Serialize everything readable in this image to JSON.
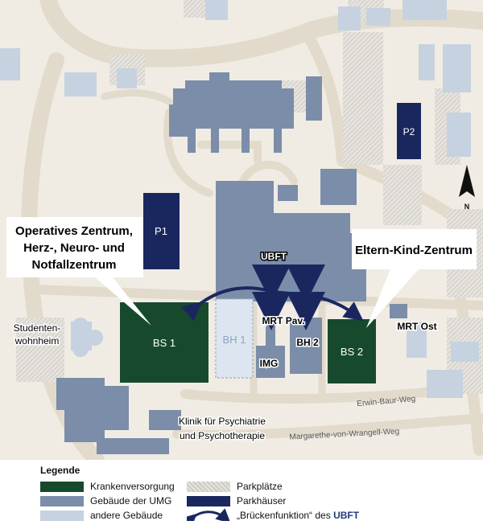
{
  "colors": {
    "background": "#f0ece4",
    "road": "#e2dbcc",
    "patient_care": "#174a2c",
    "umg_building": "#7b8da8",
    "other_building": "#c6d2e0",
    "parking_lot": "#d8d5d0",
    "parking_garage": "#1a275f",
    "arrow": "#1a275f"
  },
  "map": {
    "callouts": {
      "operatives_zentrum": [
        "Operatives Zentrum,",
        "Herz-, Neuro- und",
        "Notfallzentrum"
      ],
      "eltern_kind_zentrum": "Eltern-Kind-Zentrum"
    },
    "labels": {
      "ubft": "UBFT",
      "mrt_pav": "MRT Pav.",
      "bh2": "BH 2",
      "img": "IMG",
      "mrt_ost": "MRT Ost",
      "bs1": "BS 1",
      "bs2": "BS 2",
      "bh1": "BH 1",
      "p1": "P1",
      "p2": "P2",
      "studentenwohnheim": [
        "Studenten-",
        "wohnheim"
      ],
      "klinik": [
        "Klinik für Psychiatrie",
        "und Psychotherapie"
      ],
      "erwin_baur_weg": "Erwin-Baur-Weg",
      "margarethe_weg": "Margarethe-von-Wrangell-Weg",
      "north": "N"
    }
  },
  "legend": {
    "title": "Legende",
    "items": [
      {
        "label": "Krankenversorgung",
        "swatch": "#174a2c"
      },
      {
        "label": "Gebäude der UMG",
        "swatch": "#7b8da8"
      },
      {
        "label": "andere Gebäude",
        "swatch": "#c6d2e0"
      },
      {
        "label": "Parkplätze",
        "swatch": "#d8d5d0"
      },
      {
        "label": "Parkhäuser",
        "swatch": "#1a275f"
      }
    ],
    "bridge_text": "„Brückenfunktion“ des",
    "bridge_highlight": "UBFT"
  }
}
